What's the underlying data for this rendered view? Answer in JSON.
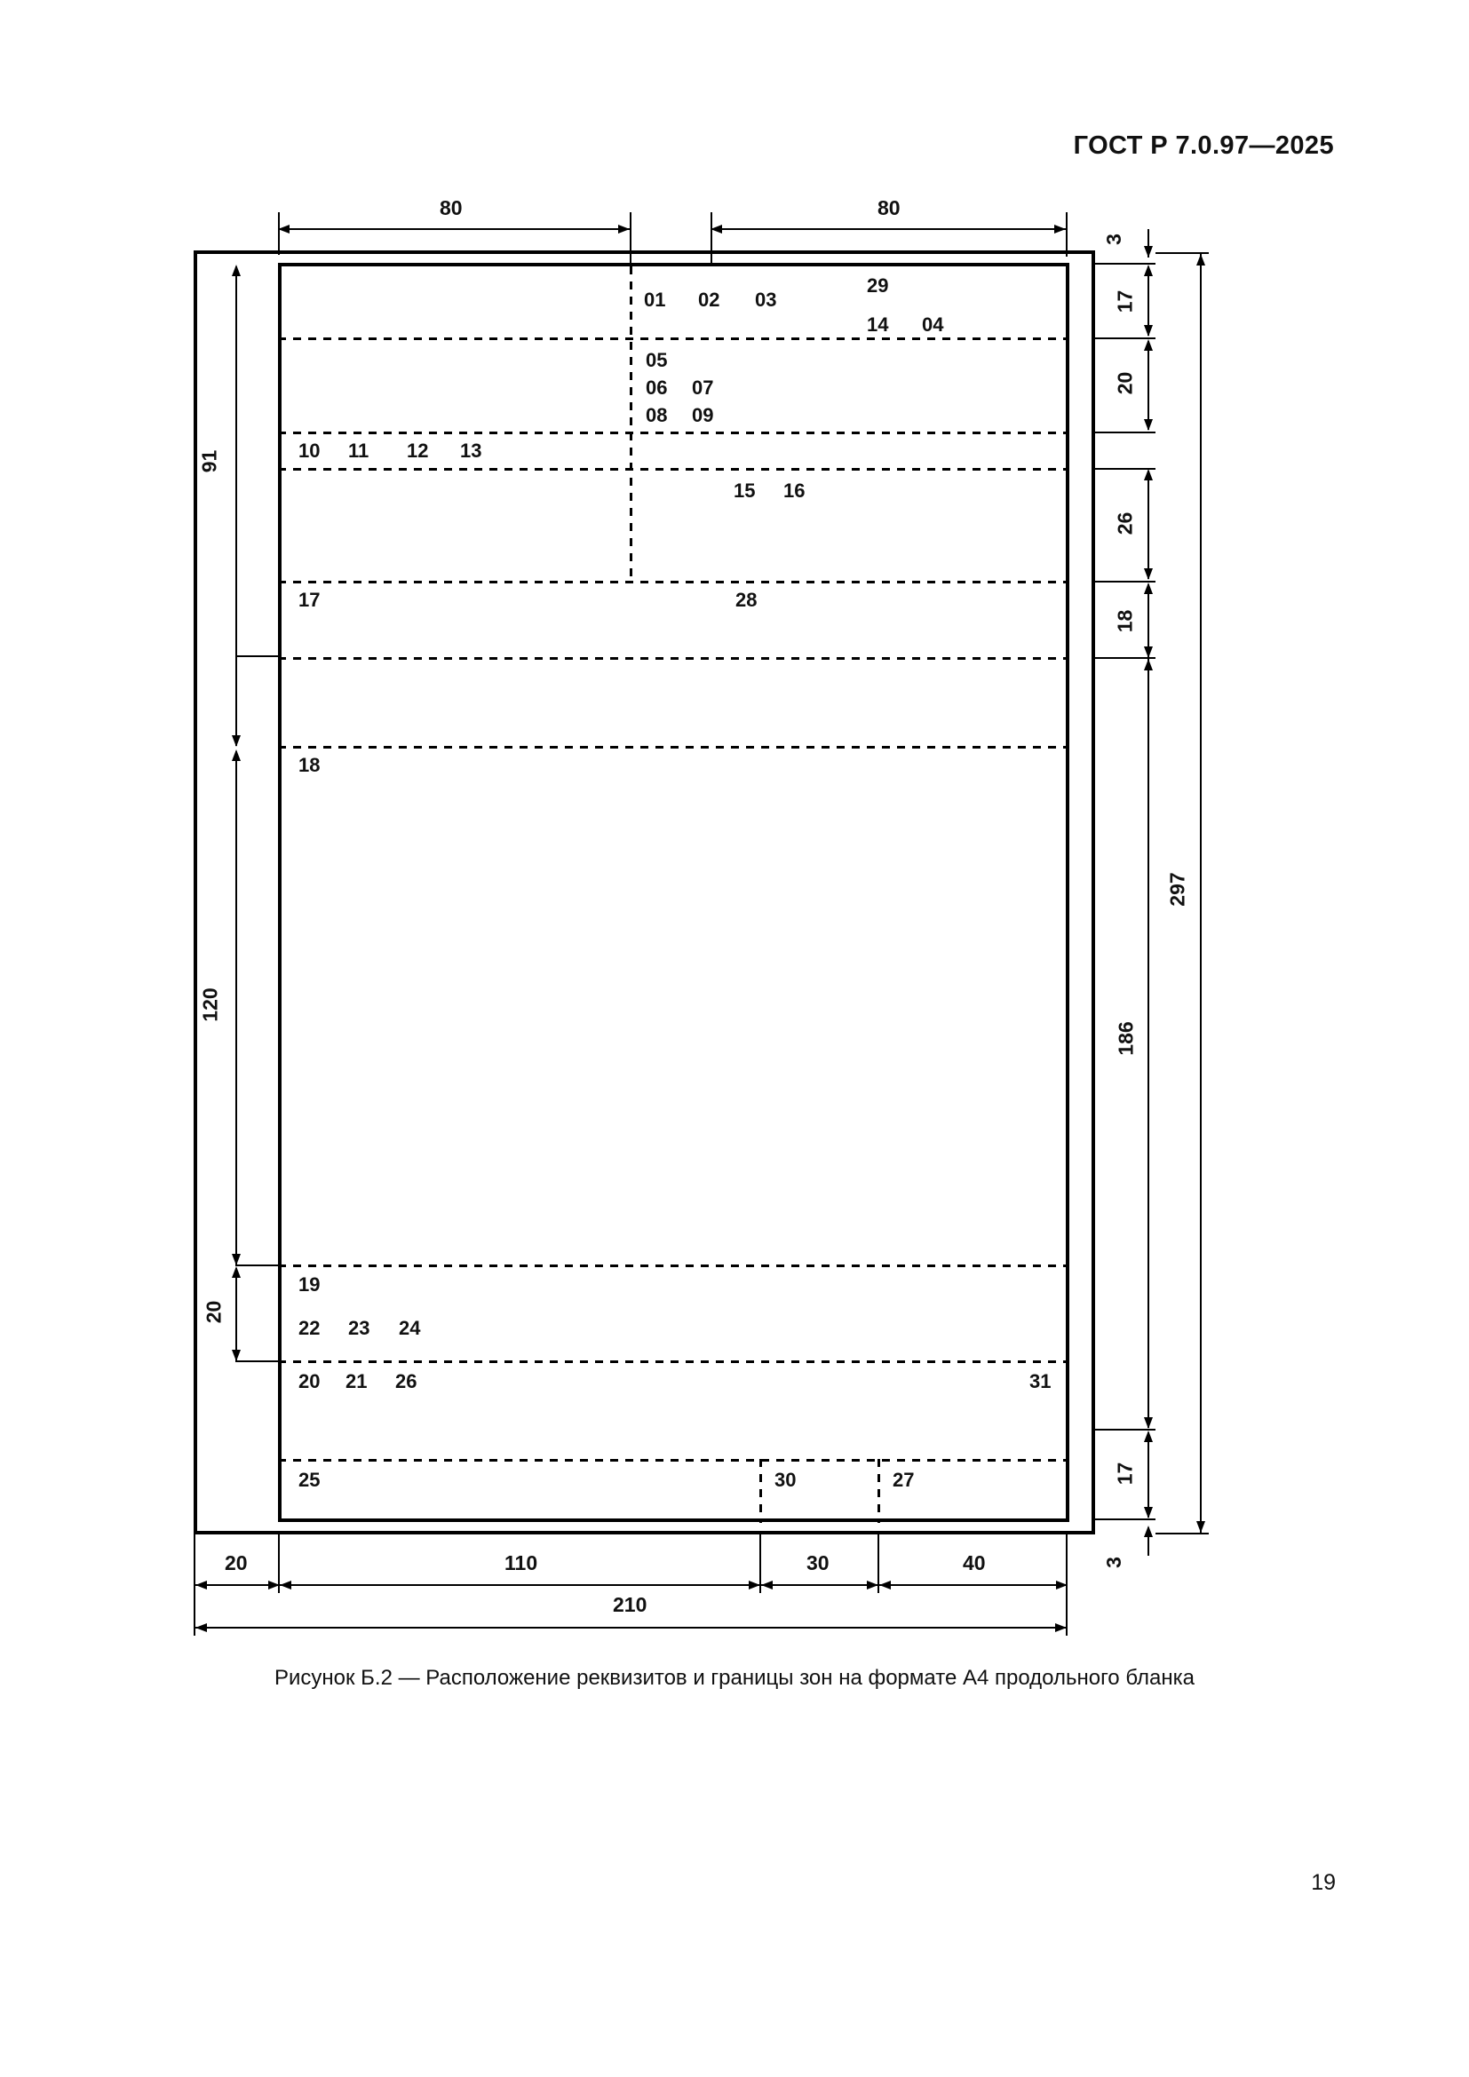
{
  "document": {
    "standard_header": "ГОСТ Р 7.0.97—2025",
    "page_number": "19",
    "figure_caption": "Рисунок Б.2 — Расположение реквизитов и границы зон на формате А4 продольного бланка"
  },
  "figure": {
    "id": "Рисунок Б.2",
    "sheet_format": "A4",
    "orientation": "продольный бланк"
  },
  "zone_labels": {
    "row_01_02_03": [
      "01",
      "02",
      "03"
    ],
    "label_29": "29",
    "row_14_04": [
      "14",
      "04"
    ],
    "label_05": "05",
    "row_06_07": [
      "06",
      "07"
    ],
    "row_08_09": [
      "08",
      "09"
    ],
    "row_10_11_12_13": [
      "10",
      "11",
      "12",
      "13"
    ],
    "row_15_16": [
      "15",
      "16"
    ],
    "label_17_left": "17",
    "label_28": "28",
    "label_18": "18",
    "label_19": "19",
    "row_22_23_24": [
      "22",
      "23",
      "24"
    ],
    "row_20_21_26": [
      "20",
      "21",
      "26"
    ],
    "label_31": "31",
    "label_25": "25",
    "label_30": "30",
    "label_27": "27"
  },
  "dimensions": {
    "top": [
      {
        "value": "80",
        "name": "top-left-80"
      },
      {
        "value": "80",
        "name": "top-right-80"
      },
      {
        "value": "3",
        "name": "top-right-margin-3"
      }
    ],
    "right": [
      {
        "value": "17",
        "name": "right-17-top"
      },
      {
        "value": "20",
        "name": "right-20"
      },
      {
        "value": "26",
        "name": "right-26"
      },
      {
        "value": "18",
        "name": "right-18"
      },
      {
        "value": "186",
        "name": "right-186"
      },
      {
        "value": "17",
        "name": "right-17-bottom"
      },
      {
        "value": "297",
        "name": "right-297-total"
      },
      {
        "value": "3",
        "name": "bottom-right-margin-3"
      }
    ],
    "left": [
      {
        "value": "91",
        "name": "left-91"
      },
      {
        "value": "120",
        "name": "left-120"
      },
      {
        "value": "20",
        "name": "left-20"
      }
    ],
    "bottom": [
      {
        "value": "20",
        "name": "bottom-20"
      },
      {
        "value": "110",
        "name": "bottom-110"
      },
      {
        "value": "30",
        "name": "bottom-30"
      },
      {
        "value": "40",
        "name": "bottom-40"
      },
      {
        "value": "210",
        "name": "bottom-210-total"
      }
    ]
  },
  "colors": {
    "ink": "#000000",
    "paper": "#ffffff"
  }
}
